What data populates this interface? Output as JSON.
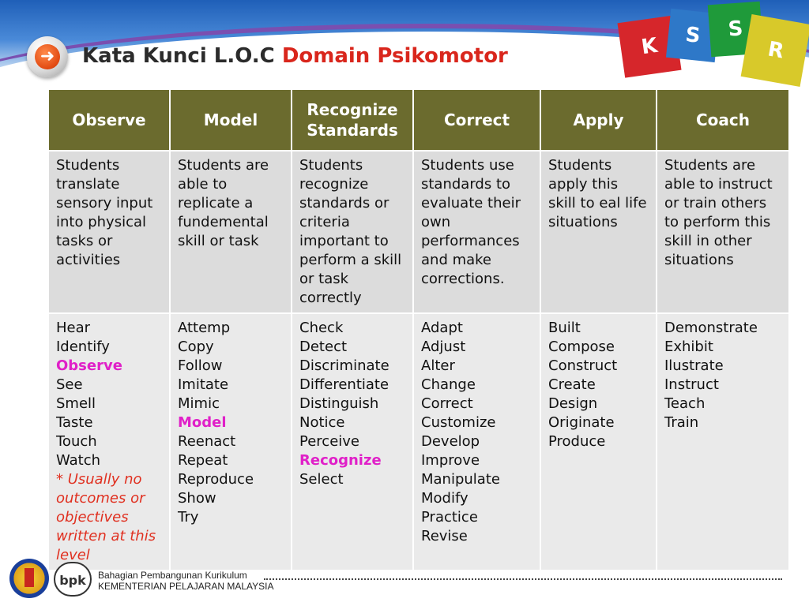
{
  "header": {
    "title_prefix": "Kata Kunci L.O.C",
    "title_accent": "Domain Psikomotor",
    "cube_letters": [
      "K",
      "S",
      "S",
      "R"
    ],
    "colors": {
      "title_accent": "#d9261c",
      "table_header": "#6b6b2e",
      "keyword": "#e020c8",
      "note": "#e03020"
    }
  },
  "table": {
    "columns": [
      "Observe",
      "Model",
      "Recognize Standards",
      "Correct",
      "Apply",
      "Coach"
    ],
    "descriptions": [
      "Students translate sensory input into physical tasks or activities",
      "Students are able to replicate a fundemental skill or task",
      "Students recognize standards or criteria important to perform a skill or task correctly",
      "Students use standards to evaluate their own performances and make corrections.",
      "Students apply this skill to eal life situations",
      "Students are able to instruct or train others to perform this skill in other situations"
    ],
    "keywords": {
      "observe": [
        "Hear",
        "Identify",
        "Observe",
        "See",
        "Smell",
        "Taste",
        "Touch",
        "Watch"
      ],
      "observe_note": "* Usually no outcomes or objectives written at this level",
      "model": [
        "Attemp",
        "Copy",
        "Follow",
        "Imitate",
        "Mimic",
        "Model",
        "Reenact",
        "Repeat",
        "Reproduce",
        "Show",
        "Try"
      ],
      "recognize": [
        "Check",
        "Detect",
        "Discriminate",
        "Differentiate",
        "Distinguish",
        "Notice",
        "Perceive",
        "Recognize",
        "Select"
      ],
      "correct": [
        "Adapt",
        "Adjust",
        "Alter",
        "Change",
        "Correct",
        "Customize",
        "Develop",
        "Improve",
        "Manipulate",
        "Modify",
        "Practice",
        "Revise"
      ],
      "apply": [
        "Built",
        "Compose",
        "Construct",
        "Create",
        "Design",
        "Originate",
        "Produce"
      ],
      "coach": [
        "Demonstrate",
        "Exhibit",
        "Ilustrate",
        "Instruct",
        "Teach",
        "Train"
      ]
    }
  },
  "footer": {
    "logo_text": "bpk",
    "line1": "Bahagian Pembangunan Kurikulum",
    "line2": "KEMENTERIAN PELAJARAN MALAYSIA"
  }
}
